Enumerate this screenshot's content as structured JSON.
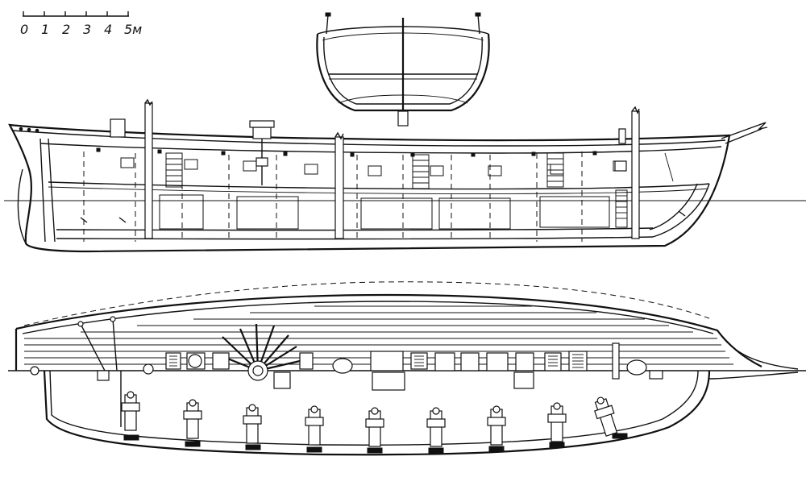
{
  "scale_bar": {
    "ticks": [
      "0",
      "1",
      "2",
      "3",
      "4"
    ],
    "last_tick": "5м"
  },
  "colors": {
    "ink": "#111111",
    "paper": "#ffffff"
  }
}
